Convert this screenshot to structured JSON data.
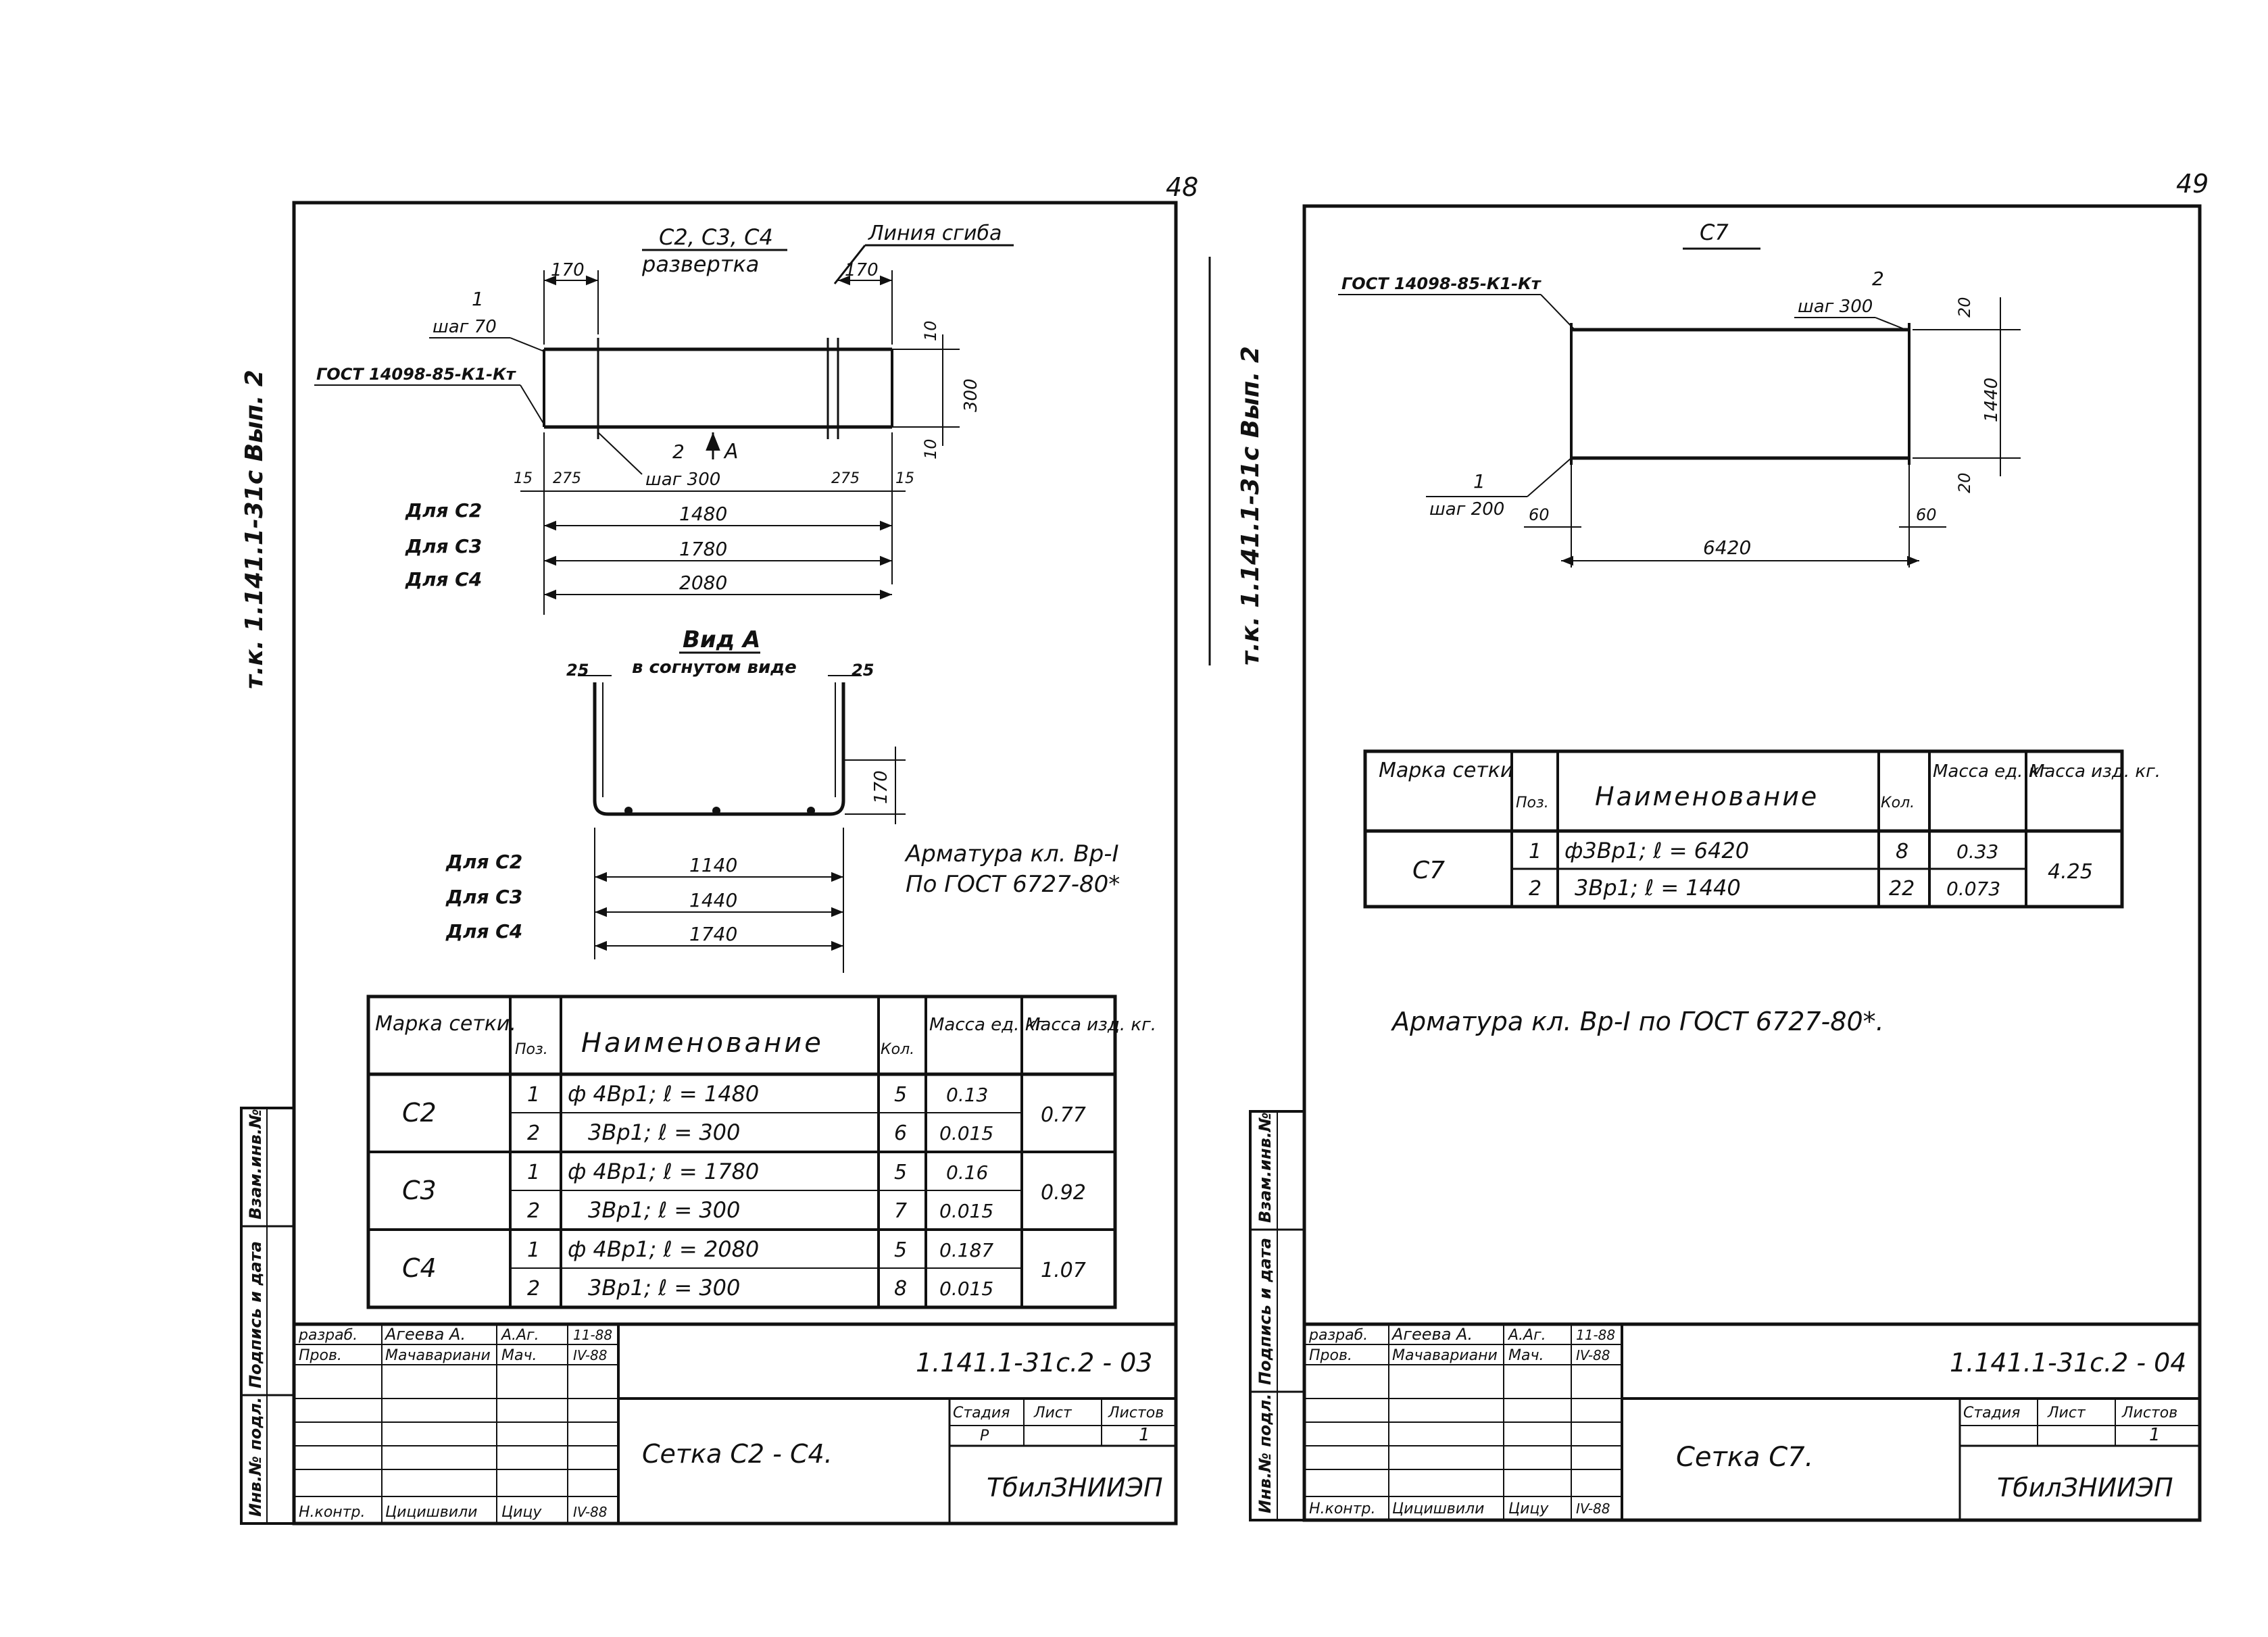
{
  "left_sheet": {
    "page_number": "48",
    "series_label": "т.к. 1.141.1-31с  Вып. 2",
    "unfold": {
      "title_marks": "С2, С3, С4",
      "title_text": "развертка",
      "bend_line": "Линия сгиба",
      "dim_170_left": "170",
      "dim_170_right": "170",
      "pos1": "1",
      "step70": "шаг 70",
      "gost_ref": "ГОСТ 14098-85-К1-Кт",
      "pos2": "2",
      "arrow_a": "А",
      "step300": "шаг 300",
      "dim_10_top": "10",
      "dim_300": "300",
      "dim_10_bottom": "10",
      "dim_15_left": "15",
      "dim_275_left": "275",
      "dim_275_right": "275",
      "dim_15_right": "15",
      "lengths": [
        {
          "label": "Для С2",
          "value": "1480"
        },
        {
          "label": "Для С3",
          "value": "1780"
        },
        {
          "label": "Для С4",
          "value": "2080"
        }
      ]
    },
    "view_a": {
      "title": "Вид А",
      "subtitle": "в согнутом виде",
      "dim_25_left": "25",
      "dim_25_right": "25",
      "dim_170": "170",
      "widths": [
        {
          "label": "Для С2",
          "value": "1140"
        },
        {
          "label": "Для С3",
          "value": "1440"
        },
        {
          "label": "Для С4",
          "value": "1740"
        }
      ]
    },
    "note_line1": "Арматура кл. Вр-I",
    "note_line2": "По ГОСТ 6727-80*",
    "spec_table": {
      "headers": {
        "mark": "Марка сетки.",
        "pos": "Поз.",
        "name": "Наименование",
        "qty": "Кол.",
        "mass_unit": "Масса ед. кг",
        "mass_item": "Масса изд. кг."
      },
      "groups": [
        {
          "mark": "С2",
          "total": "0.77",
          "rows": [
            {
              "pos": "1",
              "name": "ф 4Вр1;  ℓ = 1480",
              "qty": "5",
              "mass": "0.13"
            },
            {
              "pos": "2",
              "name": "3Вр1;  ℓ = 300",
              "qty": "6",
              "mass": "0.015"
            }
          ]
        },
        {
          "mark": "С3",
          "total": "0.92",
          "rows": [
            {
              "pos": "1",
              "name": "ф 4Вр1;  ℓ = 1780",
              "qty": "5",
              "mass": "0.16"
            },
            {
              "pos": "2",
              "name": "3Вр1;  ℓ = 300",
              "qty": "7",
              "mass": "0.015"
            }
          ]
        },
        {
          "mark": "С4",
          "total": "1.07",
          "rows": [
            {
              "pos": "1",
              "name": "ф 4Вр1;  ℓ = 2080",
              "qty": "5",
              "mass": "0.187"
            },
            {
              "pos": "2",
              "name": "3Вр1;  ℓ = 300",
              "qty": "8",
              "mass": "0.015"
            }
          ]
        }
      ]
    },
    "side_stamp": [
      "Инв.№ подл.",
      "Подпись и дата",
      "Взам.инв.№"
    ],
    "title_block": {
      "roles": [
        {
          "role": "разраб.",
          "name": "Агеева А.",
          "sign": "А.Аг.",
          "date": "11-88"
        },
        {
          "role": "Пров.",
          "name": "Мачавариани",
          "sign": "Мач.",
          "date": "IV-88"
        },
        {
          "role": "Н.контр.",
          "name": "Цицишвили",
          "sign": "Цицу",
          "date": "IV-88"
        }
      ],
      "doc_code": "1.141.1-31с.2 - 03",
      "sheet_title": "Сетка С2 - С4.",
      "stage_hdr": "Стадия",
      "list_hdr": "Лист",
      "lists_hdr": "Листов",
      "stage_val": "Р",
      "list_val": "",
      "lists_val": "1",
      "org": "ТбилЗНИИЭП"
    }
  },
  "right_sheet": {
    "page_number": "49",
    "series_label": "т.к. 1.141.1-31с  Вып. 2",
    "drawing": {
      "title": "С7",
      "gost_ref": "ГОСТ 14098-85-К1-Кт",
      "pos2": "2",
      "step300": "шаг 300",
      "pos1": "1",
      "step200": "шаг 200",
      "dim_20_top": "20",
      "dim_1440": "1440",
      "dim_20_bottom": "20",
      "dim_60_left": "60",
      "dim_60_right": "60",
      "dim_6420": "6420"
    },
    "spec_table": {
      "headers": {
        "mark": "Марка сетки",
        "pos": "Поз.",
        "name": "Наименование",
        "qty": "Кол.",
        "mass_unit": "Масса ед. кг",
        "mass_item": "Масса изд. кг."
      },
      "groups": [
        {
          "mark": "С7",
          "total": "4.25",
          "rows": [
            {
              "pos": "1",
              "name": "ф3Вр1;  ℓ = 6420",
              "qty": "8",
              "mass": "0.33"
            },
            {
              "pos": "2",
              "name": "3Вр1;  ℓ = 1440",
              "qty": "22",
              "mass": "0.073"
            }
          ]
        }
      ]
    },
    "note": "Арматура кл. Вр-I по ГОСТ 6727-80*.",
    "side_stamp": [
      "Инв.№ подл.",
      "Подпись и дата",
      "Взам.инв.№"
    ],
    "title_block": {
      "roles": [
        {
          "role": "разраб.",
          "name": "Агеева А.",
          "sign": "А.Аг.",
          "date": "11-88"
        },
        {
          "role": "Пров.",
          "name": "Мачавариани",
          "sign": "Мач.",
          "date": "IV-88"
        },
        {
          "role": "Н.контр.",
          "name": "Цицишвили",
          "sign": "Цицу",
          "date": "IV-88"
        }
      ],
      "doc_code": "1.141.1-31с.2 - 04",
      "sheet_title": "Сетка С7.",
      "stage_hdr": "Стадия",
      "list_hdr": "Лист",
      "lists_hdr": "Листов",
      "stage_val": "",
      "list_val": "",
      "lists_val": "1",
      "org": "ТбилЗНИИЭП"
    }
  }
}
